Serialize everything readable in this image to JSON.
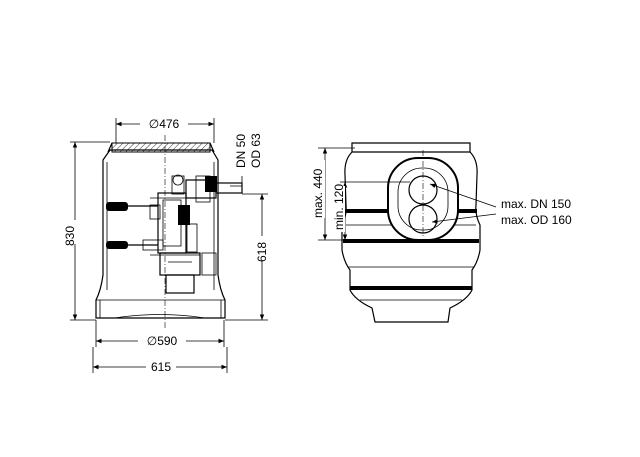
{
  "drawing": {
    "left_view": {
      "cover_diameter": "∅476",
      "inlet_label_line1": "DN 50",
      "inlet_label_line2": "OD 63",
      "height_total": "830",
      "height_outlet": "618",
      "base_diameter": "∅590",
      "overall_width": "615"
    },
    "right_view": {
      "max_inlet_height": "max. 440",
      "min_inlet_height": "min. 120",
      "max_dn": "max. DN 150",
      "max_od": "max. OD 160"
    }
  }
}
